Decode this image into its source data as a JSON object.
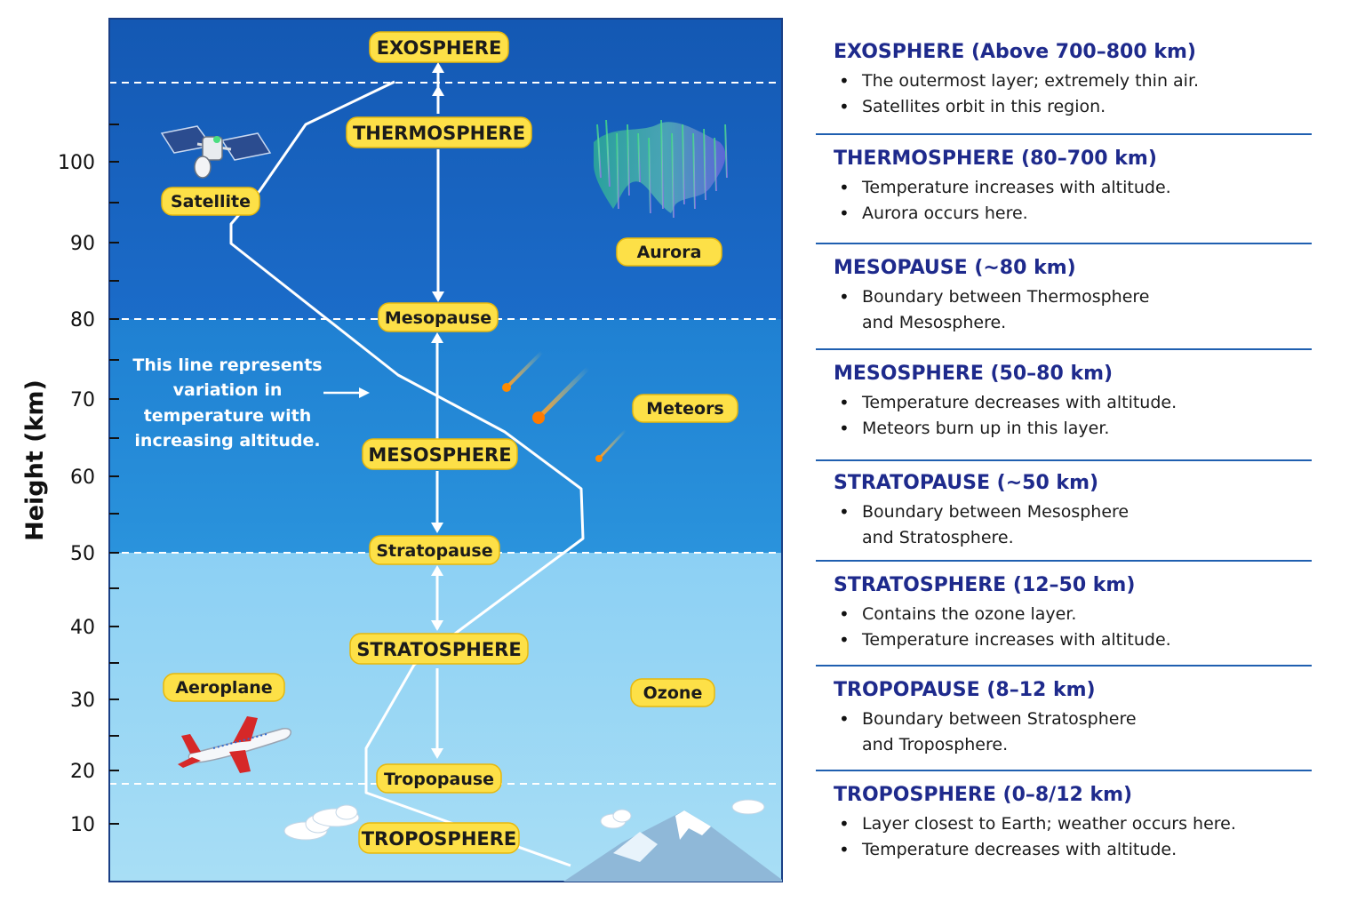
{
  "axis": {
    "title": "Height (km)",
    "ticks": [
      "100",
      "90",
      "80",
      "70",
      "60",
      "50",
      "40",
      "30",
      "20",
      "10"
    ]
  },
  "diagram": {
    "layer_labels": {
      "exosphere": "EXOSPHERE",
      "thermosphere": "THERMOSPHERE",
      "mesopause": "Mesopause",
      "mesosphere": "MESOSPHERE",
      "stratopause": "Stratopause",
      "stratosphere": "STRATOSPHERE",
      "tropopause": "Tropopause",
      "troposphere": "TROPOSPHERE"
    },
    "feature_labels": {
      "satellite": "Satellite",
      "aurora": "Aurora",
      "meteors": "Meteors",
      "aeroplane": "Aeroplane",
      "ozone": "Ozone"
    },
    "note_lines": [
      "This line represents",
      "variation in",
      "temperature with",
      "increasing altitude."
    ],
    "colors": {
      "upper_band": "#1a66c2",
      "middle_band": "#2790d8",
      "lower_band": "#8fd0f3",
      "pill": "#fde047",
      "temperature_line": "#ffffff"
    }
  },
  "info": [
    {
      "title": "EXOSPHERE (Above 700–800 km)",
      "bullets": [
        "The outermost layer; extremely thin air.",
        "Satellites orbit in this region."
      ]
    },
    {
      "title": "THERMOSPHERE (80–700 km)",
      "bullets": [
        "Temperature increases with altitude.",
        "Aurora occurs here."
      ]
    },
    {
      "title": "MESOPAUSE (~80 km)",
      "bullets": [
        "Boundary between Thermosphere\nand Mesosphere."
      ]
    },
    {
      "title": "MESOSPHERE (50–80 km)",
      "bullets": [
        "Temperature decreases with altitude.",
        "Meteors burn up in this layer."
      ]
    },
    {
      "title": "STRATOPAUSE (~50 km)",
      "bullets": [
        "Boundary between Mesosphere\nand Stratosphere."
      ]
    },
    {
      "title": "STRATOSPHERE (12–50 km)",
      "bullets": [
        "Contains the ozone layer.",
        "Temperature increases with altitude."
      ]
    },
    {
      "title": "TROPOPAUSE (8–12 km)",
      "bullets": [
        "Boundary between Stratosphere\nand Troposphere."
      ]
    },
    {
      "title": "TROPOSPHERE (0–8/12 km)",
      "bullets": [
        "Layer closest to Earth; weather occurs here.",
        "Temperature decreases with altitude."
      ]
    }
  ]
}
